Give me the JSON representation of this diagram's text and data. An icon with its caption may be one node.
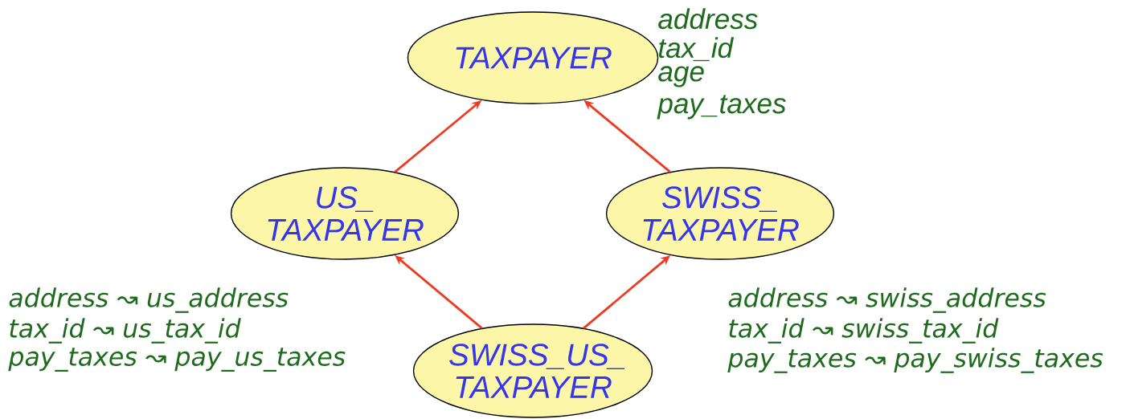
{
  "diagram": {
    "nodes": [
      {
        "text": [
          "TAXPAYER"
        ],
        "beside": [
          "address",
          "tax_id",
          "age",
          "pay_taxes"
        ]
      },
      {
        "text": [
          "US_ TAXPAYER"
        ]
      },
      {
        "text": [
          "SWISS_ TAXPAYER"
        ]
      },
      {
        "text": [
          "SWISS_US_ TAXPAYER"
        ],
        "beside": [
          "address ↝ us_address",
          "tax_id ↝ us_tax_id",
          "pay_taxes ↝ pay_us_taxes",
          "address ↝ swiss_address",
          "tax_id ↝ swiss_tax_id",
          "pay_taxes ↝ pay_swiss_taxes"
        ]
      }
    ],
    "edges": [
      {
        "from": 1,
        "to": 0,
        "arrow": "to"
      },
      {
        "from": 2,
        "to": 0,
        "arrow": "to"
      },
      {
        "from": 3,
        "to": 1,
        "arrow": "to"
      },
      {
        "from": 3,
        "to": 2,
        "arrow": "to"
      }
    ]
  }
}
